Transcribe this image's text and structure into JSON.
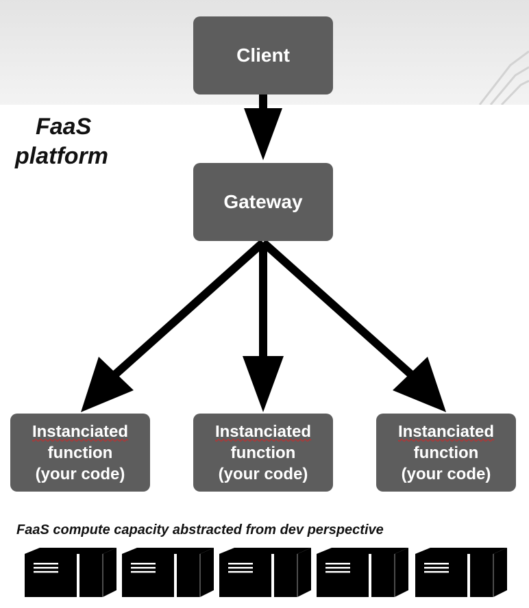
{
  "diagram": {
    "nodes": {
      "client": "Client",
      "gateway": "Gateway",
      "functions": [
        {
          "line1": "Instanciated",
          "line2": "function",
          "line3": "(your code)"
        },
        {
          "line1": "Instanciated",
          "line2": "function",
          "line3": "(your code)"
        },
        {
          "line1": "Instanciated",
          "line2": "function",
          "line3": "(your code)"
        }
      ]
    },
    "edges": [
      {
        "from": "Client",
        "to": "Gateway"
      },
      {
        "from": "Gateway",
        "to": "Instanciated function (your code) 1"
      },
      {
        "from": "Gateway",
        "to": "Instanciated function (your code) 2"
      },
      {
        "from": "Gateway",
        "to": "Instanciated function (your code) 3"
      }
    ],
    "platform_label": {
      "line1": "FaaS",
      "line2": "platform"
    },
    "capacity_caption": "FaaS compute capacity abstracted from dev perspective",
    "server_count": 5
  },
  "colors": {
    "node_fill": "#5d5d5d",
    "node_text": "#ffffff",
    "arrow": "#000000",
    "spellcheck_underline": "#e02020"
  },
  "icons": {
    "server": "server-icon"
  }
}
